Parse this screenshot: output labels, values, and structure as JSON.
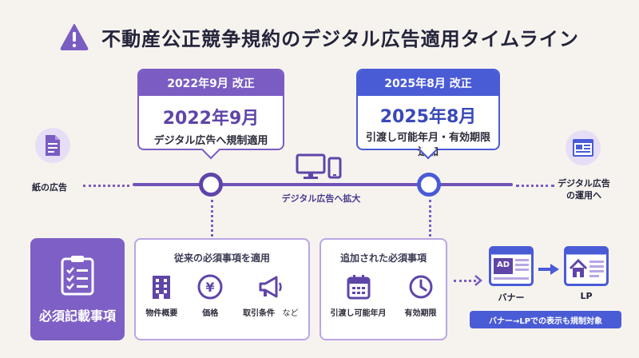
{
  "title": "不動産公正競争規約のデジタル広告適用タイムライン",
  "colors": {
    "purple": "#7a5cc3",
    "purple_dark": "#5f45a8",
    "blue": "#4a5bd6",
    "panel_border": "#b9a6e2",
    "background": "#f6f3ee"
  },
  "callout_2022": {
    "header": "2022年9月 改正",
    "date": "2022年9月",
    "text": "デジタル広告へ規制適用"
  },
  "callout_2025": {
    "header": "2025年8月 改正",
    "date": "2025年8月",
    "text_line1": "引渡し可能年月・有効期限",
    "text_line2": "追加"
  },
  "timeline": {
    "left_label": "紙の広告",
    "center_label": "デジタル広告へ拡大",
    "right_label_line1": "デジタル広告",
    "right_label_line2": "の運用へ"
  },
  "required_box": {
    "label": "必須記載事項"
  },
  "panel_conventional": {
    "heading": "従来の必須事項を適用",
    "items": [
      {
        "label": "物件概要",
        "icon": "building-icon"
      },
      {
        "label": "価格",
        "icon": "yen-coin-icon"
      },
      {
        "label": "取引条件",
        "suffix": "など",
        "icon": "megaphone-icon"
      }
    ]
  },
  "panel_added": {
    "heading": "追加された必須事項",
    "items": [
      {
        "label": "引渡し可能年月",
        "icon": "calendar-icon"
      },
      {
        "label": "有効期限",
        "icon": "clock-icon"
      }
    ]
  },
  "banner_flow": {
    "banner_text": "AD",
    "banner_label": "バナー",
    "lp_label": "LP",
    "badge": "バナー→LPでの表示も規制対象"
  }
}
